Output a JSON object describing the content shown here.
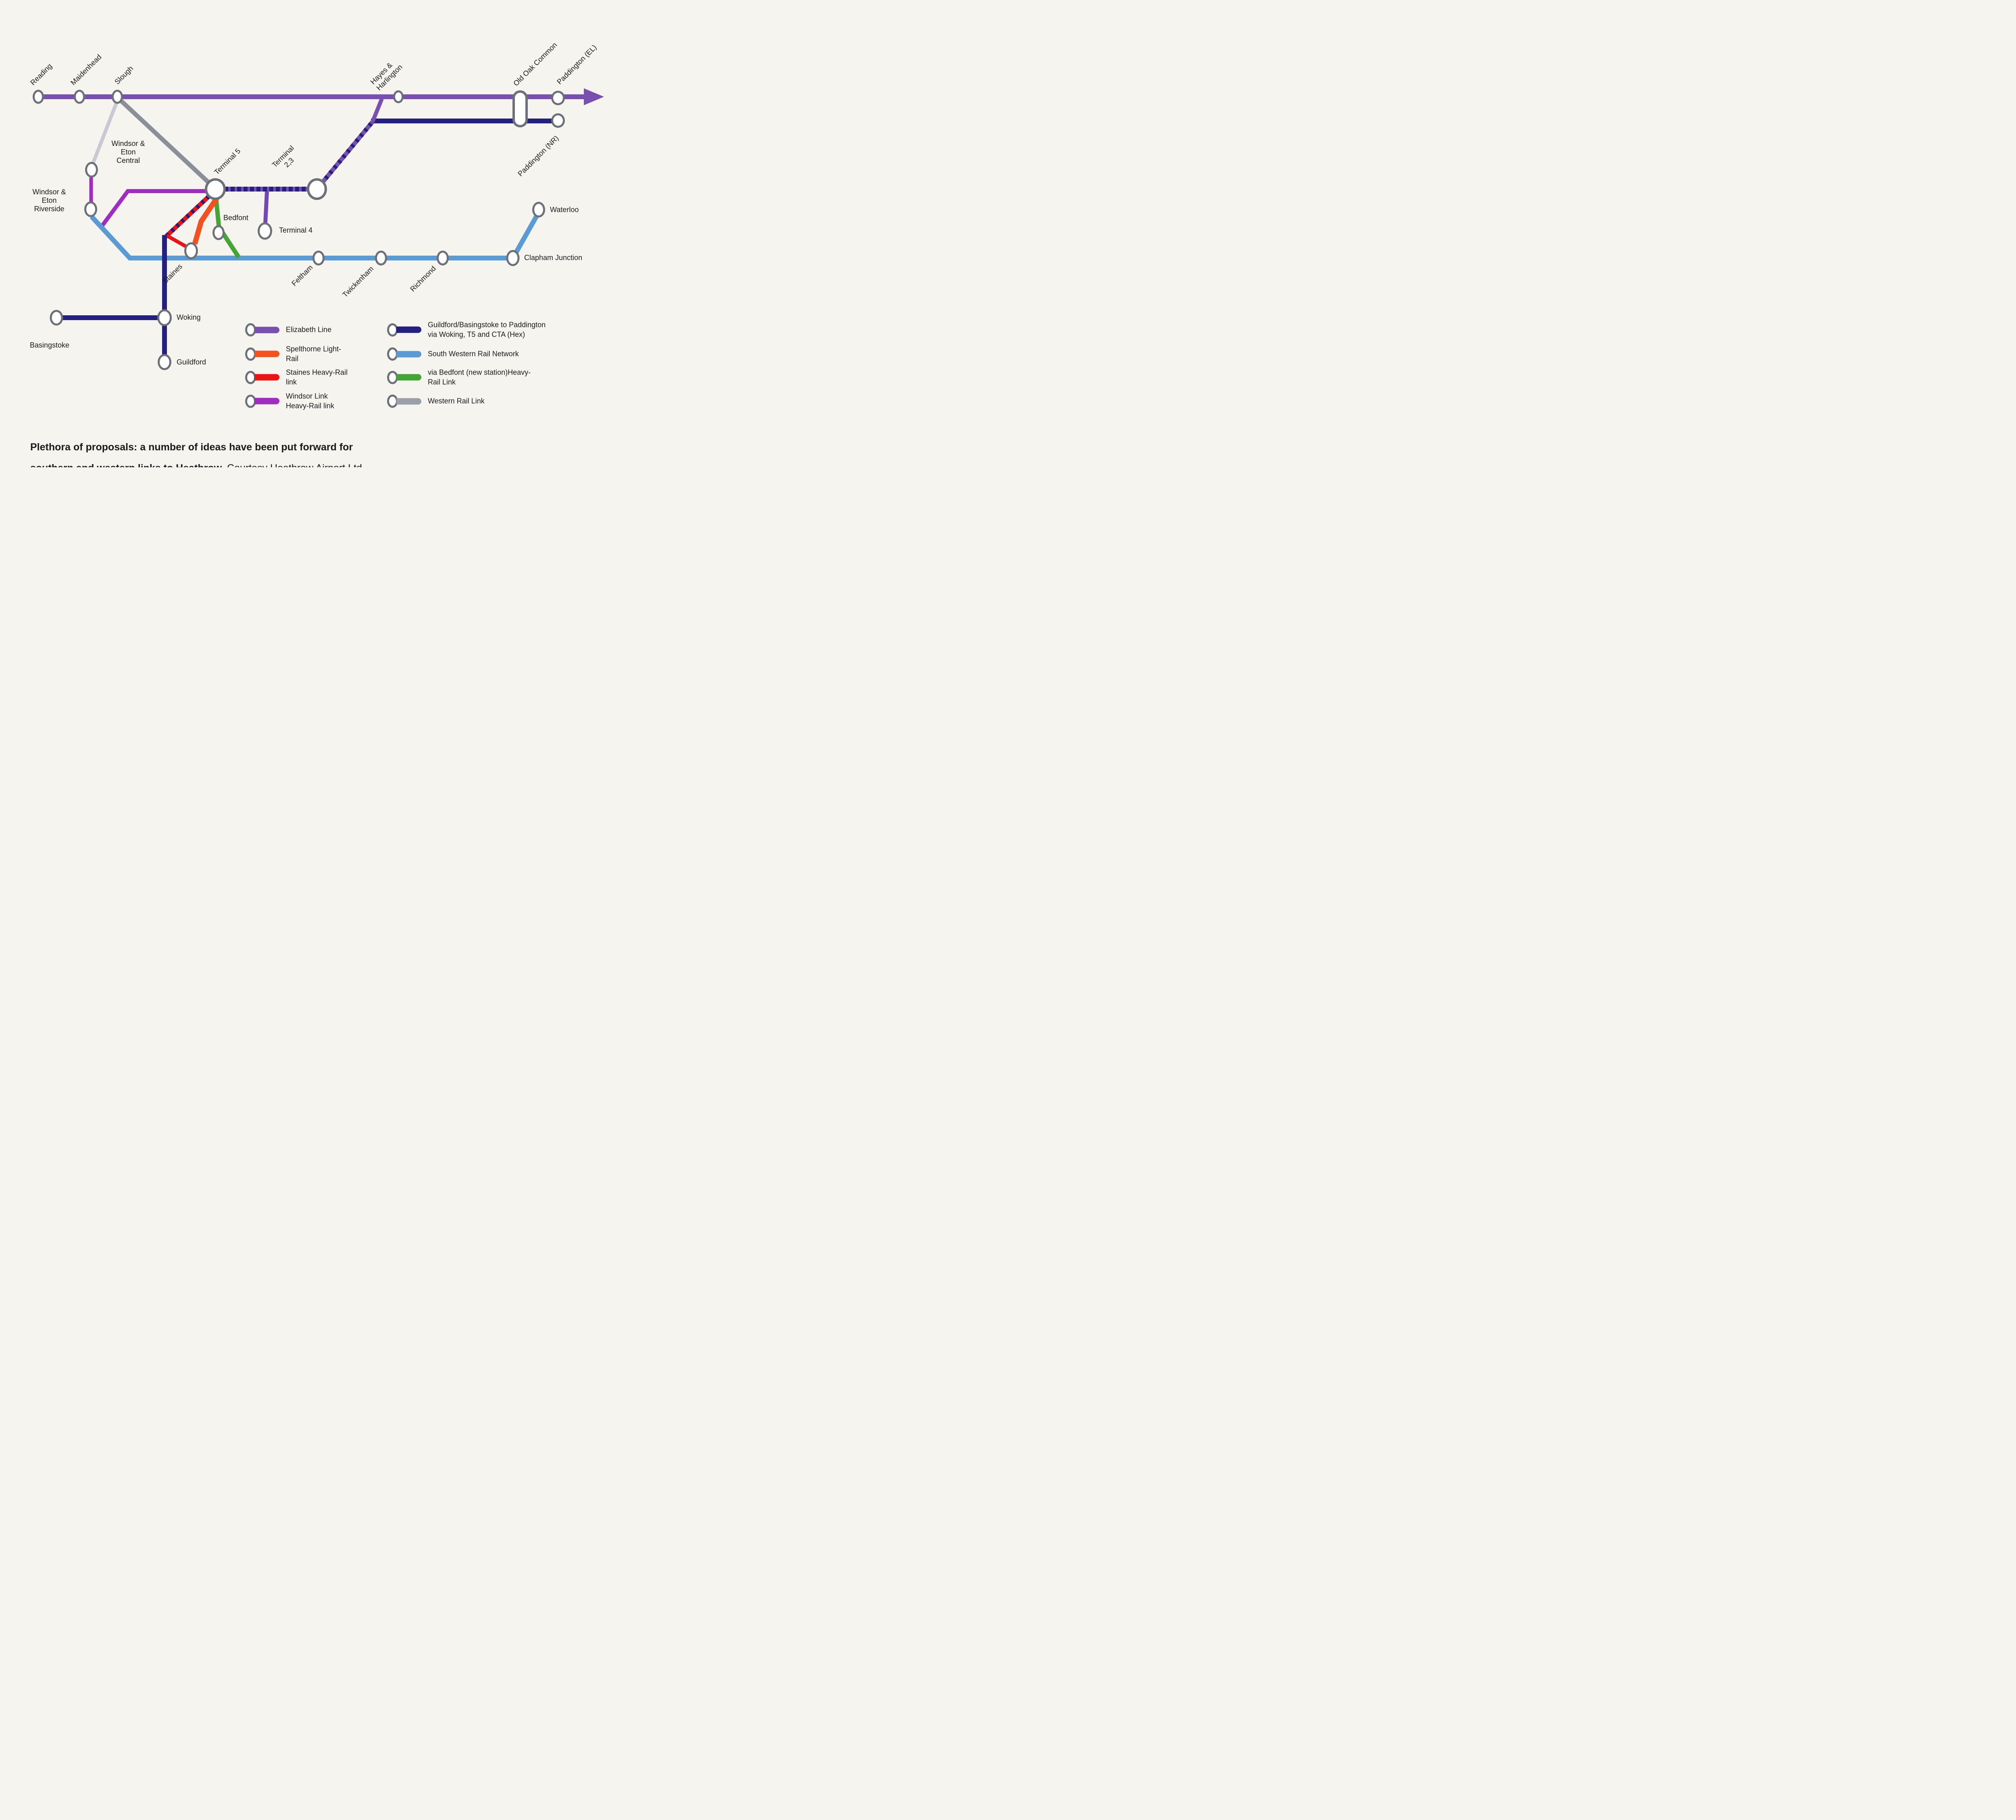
{
  "colors": {
    "background": "#f6f4ef",
    "elizabeth_line": "#7850ae",
    "windsor_link": "#a02cc0",
    "spelthorne_light_rail": "#f4511e",
    "staines_heavy_rail": "#ee1313",
    "hex_navy": "#23207f",
    "south_western_rail": "#5b9bd5",
    "bedfont_link_green": "#44a537",
    "western_rail_link": "#8b9098",
    "slough_windsor_gray": "#c9c9d1",
    "station_ring": "#6c7077",
    "label_text": "#1a1a1a"
  },
  "stations": {
    "reading": "Reading",
    "maidenhead": "Maidenhead",
    "slough": "Slough",
    "hayes": "Hayes &\nHarlington",
    "old_oak": "Old Oak Common",
    "paddington_el": "Paddington (EL)",
    "paddington_nr": "Paddington (NR)",
    "windsor_central": "Windsor &\nEton\nCentral",
    "windsor_riverside": "Windsor &\nEton\nRiverside",
    "terminal5": "Terminal 5",
    "terminal23": "Terminal\n2,3",
    "terminal4": "Terminal 4",
    "bedfont": "Bedfont",
    "staines": "Staines",
    "feltham": "Feltham",
    "twickenham": "Twickenham",
    "richmond": "Richmond",
    "clapham": "Clapham Junction",
    "waterloo": "Waterloo",
    "woking": "Woking",
    "basingstoke": "Basingstoke",
    "guildford": "Guildford"
  },
  "legend": {
    "left": [
      {
        "id": "elizabeth",
        "label": "Elizabeth Line",
        "color": "#7850ae"
      },
      {
        "id": "spelthorne",
        "label": "Spelthorne Light-\nRail",
        "color": "#f4511e"
      },
      {
        "id": "staines_link",
        "label": "Staines Heavy-Rail\nlink",
        "color": "#ee1313"
      },
      {
        "id": "windsor_link",
        "label": "Windsor Link\nHeavy-Rail link",
        "color": "#a02cc0"
      }
    ],
    "right": [
      {
        "id": "hex",
        "label": "Guildford/Basingstoke to Paddington\nvia Woking, T5 and CTA (Hex)",
        "color": "#23207f"
      },
      {
        "id": "swr",
        "label": "South Western Rail Network",
        "color": "#5b9bd5"
      },
      {
        "id": "bedfont_link",
        "label": "via Bedfont (new station)Heavy-\nRail Link",
        "color": "#44a537"
      },
      {
        "id": "western",
        "label": "Western Rail Link",
        "color": "#8b9098"
      }
    ]
  },
  "caption": {
    "bold": "Plethora of proposals: a number of ideas have been put forward for\nsouthern and western links to Heathrow.",
    "regular": " Courtesy Heathrow Airport Ltd"
  }
}
